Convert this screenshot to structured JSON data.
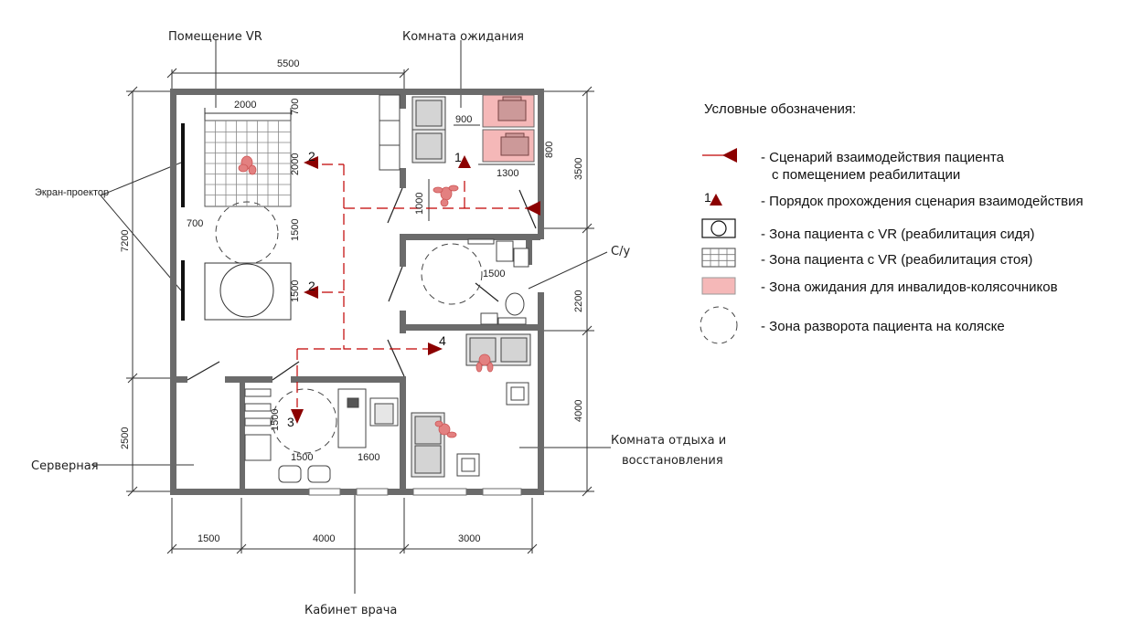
{
  "colors": {
    "wall": "#6b6b6b",
    "route": "#c00000",
    "marker": "#8b0000",
    "waiting_zone": "#f5b8b8",
    "furniture": "#d4d4d4"
  },
  "room_labels": {
    "vr_room": "Помещение VR",
    "waiting_room": "Комната ожидания",
    "screen_projector": "Экран-проектор",
    "wc": "С/у",
    "rest_room_line1": "Комната отдыха и",
    "rest_room_line2": "восстановления",
    "server_room": "Серверная",
    "doctor_office": "Кабинет врача"
  },
  "dimensions": {
    "top_total": "5500",
    "vr_grid_width": "2000",
    "vr_grid_top": "700",
    "vr_grid_height": "2000",
    "left_700": "700",
    "circle_1500_a": "1500",
    "square_1500": "1500",
    "left_total": "7200",
    "left_bottom": "2500",
    "waiting_900": "900",
    "waiting_800": "800",
    "waiting_1300": "1300",
    "waiting_1000": "1000",
    "right_3500": "3500",
    "wc_1500": "1500",
    "right_2200": "2200",
    "right_4000": "4000",
    "doctor_1500_v": "1500",
    "doctor_1500_h": "1500",
    "doctor_1600": "1600",
    "bottom_1500": "1500",
    "bottom_4000": "4000",
    "bottom_3000": "3000"
  },
  "route_steps": [
    "1",
    "2",
    "2",
    "3",
    "4"
  ],
  "legend": {
    "title": "Условные обозначения:",
    "items": [
      {
        "text": "- Сценарий взаимодействия пациента",
        "text2": "с помещением реабилитации",
        "icon": "route-arrow-icon"
      },
      {
        "text": "- Порядок прохождения сценария взаимодействия",
        "icon": "step-marker-icon",
        "icon_label": "1"
      },
      {
        "text": "- Зона пациента с VR (реабилитация сидя)",
        "icon": "seated-zone-icon"
      },
      {
        "text": "- Зона пациента с VR (реабилитация стоя)",
        "icon": "standing-zone-icon"
      },
      {
        "text": "- Зона ожидания для инвалидов-колясочников",
        "icon": "wheelchair-waiting-icon"
      },
      {
        "text": "- Зона разворота пациента на коляске",
        "icon": "turning-zone-icon"
      }
    ]
  }
}
